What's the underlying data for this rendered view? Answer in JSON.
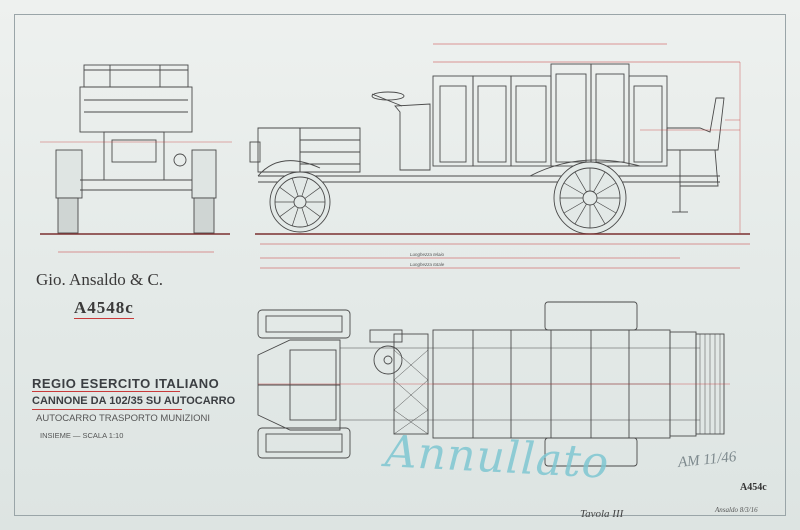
{
  "title_block": {
    "maker": "Gio. Ansaldo & C.",
    "drawing_number": "A4548c",
    "army": "REGIO ESERCITO ITALIANO",
    "gun": "CANNONE DA 102/35 SU AUTOCARRO",
    "truck": "AUTOCARRO TRASPORTO MUNIZIONI",
    "scale": "INSIEME — SCALA 1:10"
  },
  "annotations": {
    "stamp": "Annullato",
    "stamp_initials": "AM 11/46",
    "corner_number": "A454c",
    "sheet_label": "Tavola III",
    "signature": "Ansaldo 8/3/16"
  },
  "dimensions": {
    "length_frame": "Lunghezza telaio",
    "length_total": "Lunghezza totale"
  },
  "colors": {
    "paper": "#e6ebe9",
    "line": "#4a4a4a",
    "dimension_red": "#c83a3a",
    "stamp_blue": "#7fc7d2"
  }
}
